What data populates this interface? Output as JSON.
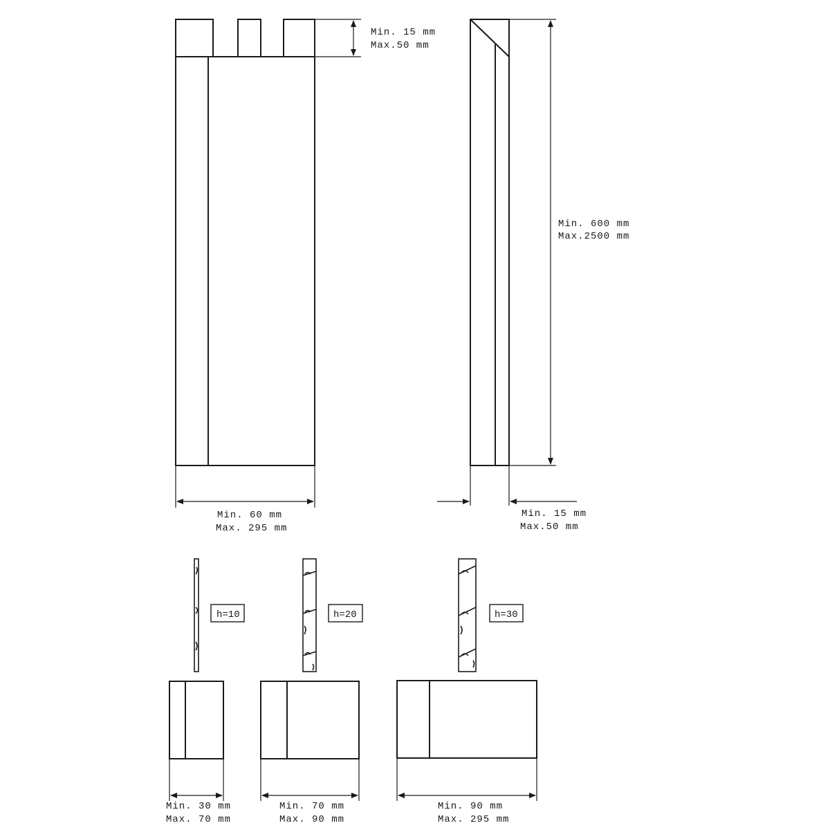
{
  "front_view": {
    "tenon_dim": {
      "line1": "Min. 15 mm",
      "line2": "Max.50 mm"
    },
    "width_dim": {
      "line1": "Min.   60 mm",
      "line2": "Max. 295 mm"
    }
  },
  "side_view": {
    "length_dim": {
      "line1": "Min.  600 mm",
      "line2": "Max.2500 mm"
    },
    "thickness_dim": {
      "line1": "Min. 15 mm",
      "line2": "Max.50 mm"
    }
  },
  "profiles": [
    {
      "h_label": "h=10",
      "width_dim": {
        "line1": "Min.  30 mm",
        "line2": "Max. 70 mm"
      }
    },
    {
      "h_label": "h=20",
      "width_dim": {
        "line1": "Min.  70 mm",
        "line2": "Max. 90 mm"
      }
    },
    {
      "h_label": "h=30",
      "width_dim": {
        "line1": "Min.    90 mm",
        "line2": "Max. 295 mm"
      }
    }
  ]
}
